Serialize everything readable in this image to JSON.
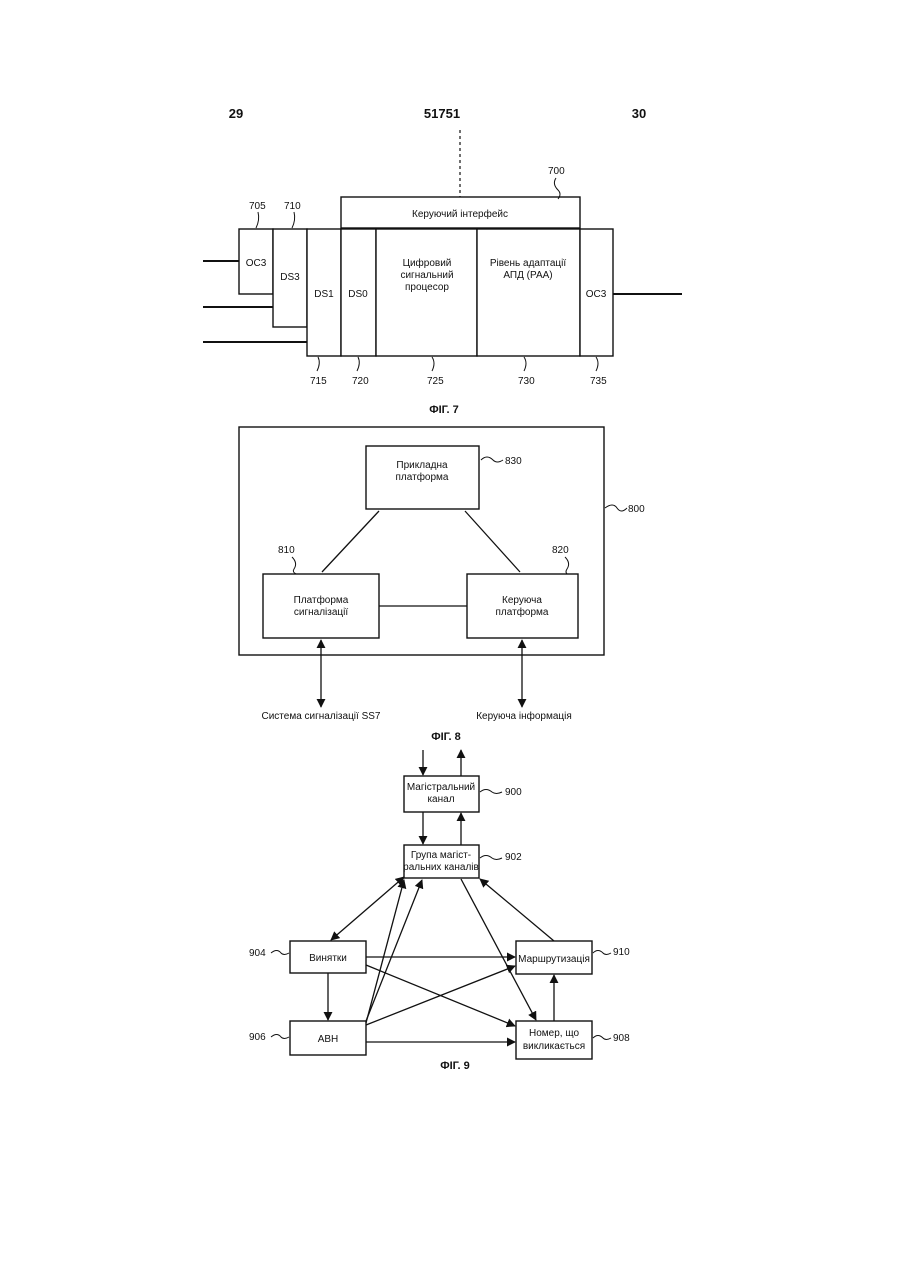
{
  "header": {
    "left_page": "29",
    "patent_number": "51751",
    "right_page": "30"
  },
  "fig7": {
    "caption": "ФІГ. 7",
    "blocks": {
      "oc3_in": "OC3",
      "ds3": "DS3",
      "ds1": "DS1",
      "ds0": "DS0",
      "control_interface": "Керуючий інтерфейс",
      "dsp": [
        "Цифровий",
        "сигнальний",
        "процесор"
      ],
      "aal": [
        "Рівень адаптації",
        "АПД (РАА)"
      ],
      "oc3_out": "OC3"
    },
    "refs": {
      "r700": "700",
      "r705": "705",
      "r710": "710",
      "r715": "715",
      "r720": "720",
      "r725": "725",
      "r730": "730",
      "r735": "735"
    }
  },
  "fig8": {
    "caption": "ФІГ. 8",
    "app_platform": [
      "Прикладна",
      "платформа"
    ],
    "signal_platform": [
      "Платформа",
      "сигналізації"
    ],
    "control_platform": [
      "Керуюча",
      "платформа"
    ],
    "ss7_label": "Система сигналізації SS7",
    "control_info_label": "Керуюча інформація",
    "refs": {
      "r800": "800",
      "r810": "810",
      "r820": "820",
      "r830": "830"
    }
  },
  "fig9": {
    "caption": "ФІГ. 9",
    "trunk": [
      "Магістральний",
      "канал"
    ],
    "trunk_group": [
      "Група магіст-",
      "ральних каналів"
    ],
    "exceptions": "Винятки",
    "ani": "АВН",
    "routing": "Маршрутизація",
    "called_number": [
      "Номер, що",
      "викликається"
    ],
    "refs": {
      "r900": "900",
      "r902": "902",
      "r904": "904",
      "r906": "906",
      "r908": "908",
      "r910": "910"
    }
  }
}
